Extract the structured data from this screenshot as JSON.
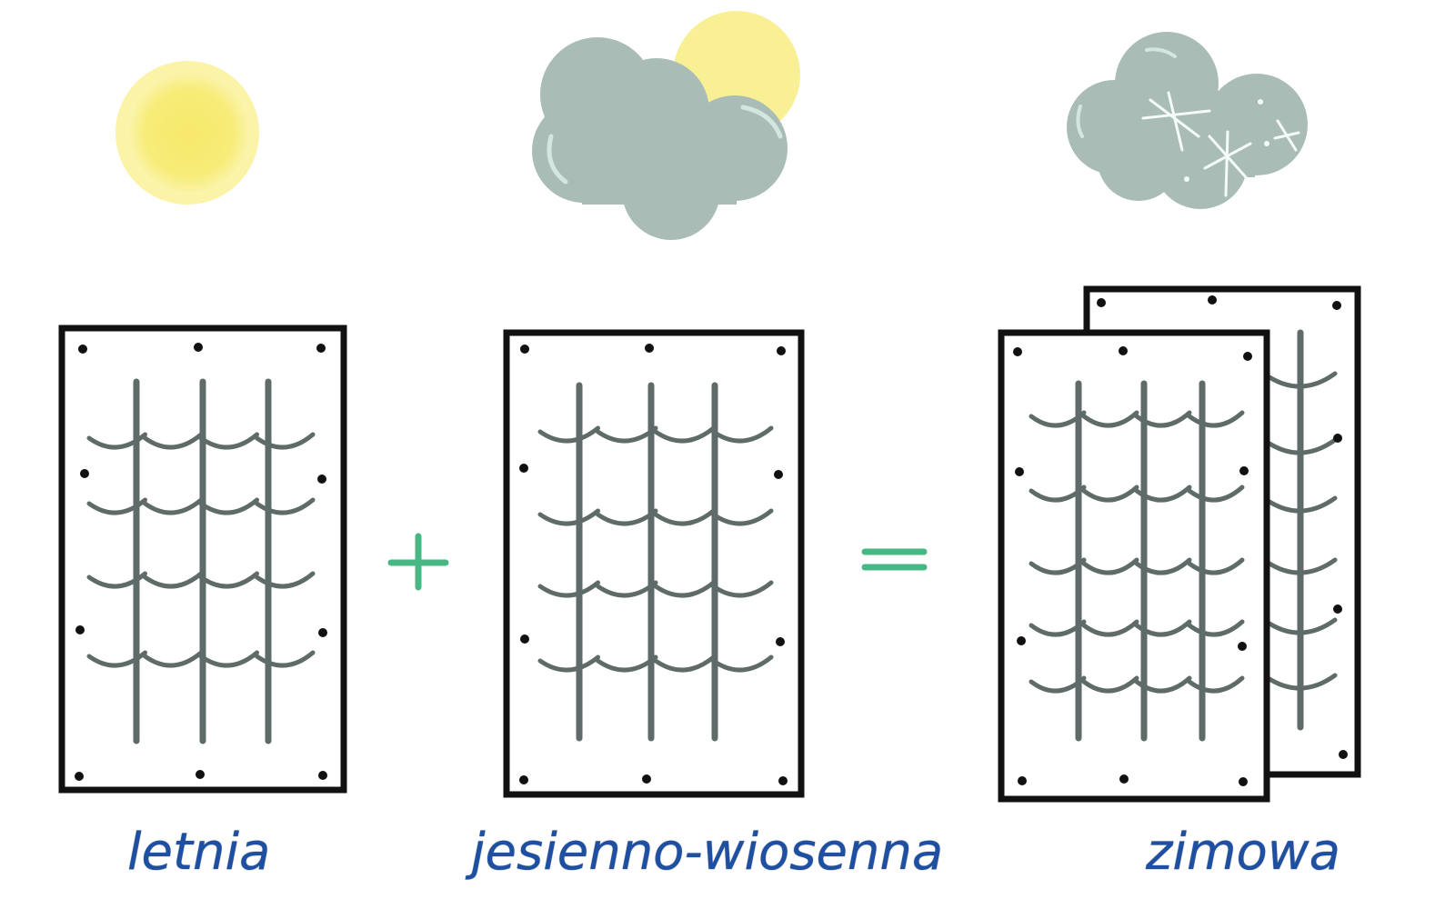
{
  "labels": {
    "summer": "letnia",
    "autumn_spring": "jesienno-wiosenna",
    "winter": "zimowa"
  },
  "operators": {
    "plus": "+",
    "equals": "="
  },
  "colors": {
    "sun": "#f6ea6e",
    "sun_glow": "#fbf3a8",
    "cloud": "#a9bdb6",
    "snowflake": "#f4fbf8",
    "frame": "#111111",
    "mesh": "#5f6b68",
    "operator": "#49b784",
    "label": "#1e4fa0"
  },
  "icons": {
    "summer": "sun-icon",
    "autumn_spring": "sun-behind-cloud-icon",
    "winter": "snow-cloud-icon"
  }
}
